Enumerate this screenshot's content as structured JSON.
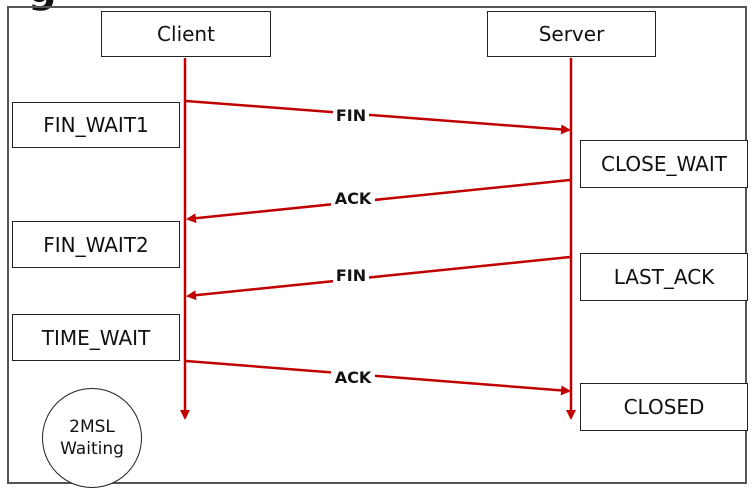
{
  "heading": "g",
  "participants": {
    "client": "Client",
    "server": "Server"
  },
  "client_states": [
    "FIN_WAIT1",
    "FIN_WAIT2",
    "TIME_WAIT"
  ],
  "server_states": [
    "CLOSE_WAIT",
    "LAST_ACK",
    "CLOSED"
  ],
  "wait_circle": {
    "line1": "2MSL",
    "line2": "Waiting"
  },
  "messages": [
    {
      "label": "FIN",
      "from": "client",
      "to": "server"
    },
    {
      "label": "ACK",
      "from": "server",
      "to": "client"
    },
    {
      "label": "FIN",
      "from": "server",
      "to": "client"
    },
    {
      "label": "ACK",
      "from": "client",
      "to": "server"
    }
  ],
  "colors": {
    "arrow": "#c00000",
    "border": "#222222",
    "frame": "#555555"
  }
}
